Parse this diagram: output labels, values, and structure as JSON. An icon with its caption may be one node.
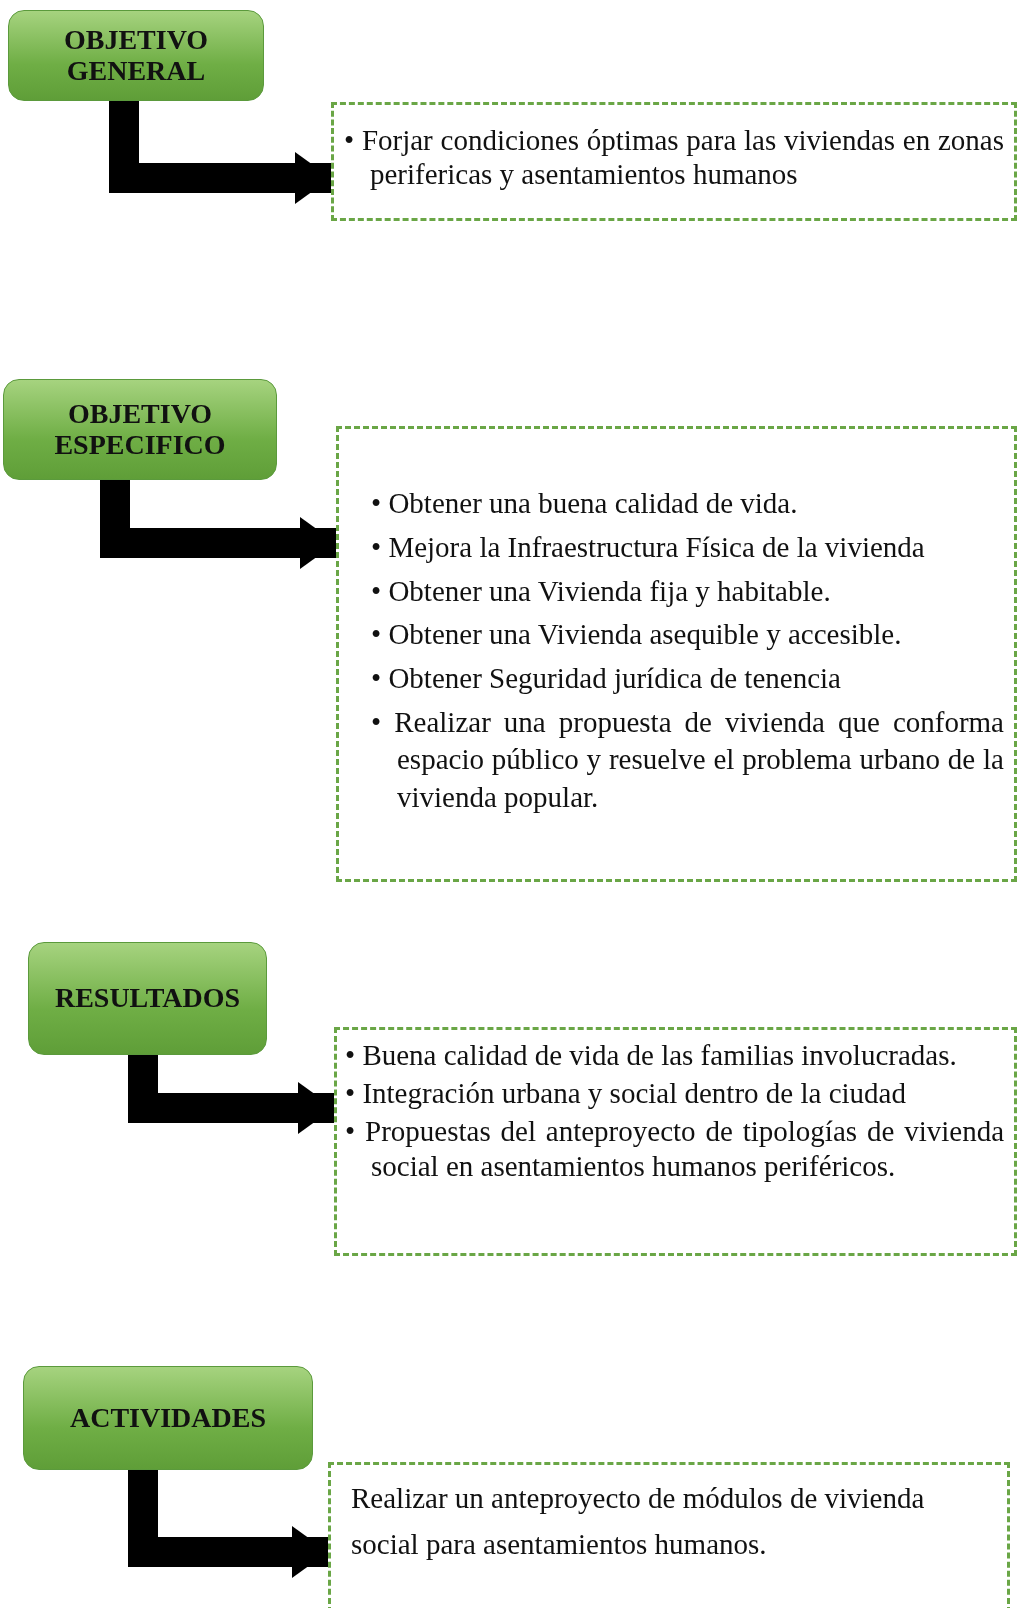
{
  "diagram": {
    "nodes": [
      {
        "text": [
          "OBJETIVO GENERAL"
        ]
      },
      {
        "text": [
          "• Forjar condiciones óptimas para las viviendas en zonas perifericas y asentamientos humanos"
        ]
      },
      {
        "text": [
          "OBJETIVO ESPECIFICO"
        ]
      },
      {
        "text": [
          "• Obtener una buena calidad de vida.",
          "• Mejora la Infraestructura Física de la vivienda",
          "• Obtener una Vivienda fija y habitable.",
          "• Obtener una Vivienda asequible y accesible.",
          "• Obtener Seguridad jurídica de tenencia",
          "• Realizar una propuesta de vivienda que conforma espacio público y resuelve el problema urbano de la vivienda popular."
        ]
      },
      {
        "text": [
          "RESULTADOS"
        ]
      },
      {
        "text": [
          "• Buena calidad de vida de las familias involucradas.",
          "• Integración urbana y social dentro de la ciudad",
          "• Propuestas del anteproyecto de tipologías de vivienda social en asentamientos humanos periféricos."
        ]
      },
      {
        "text": [
          "ACTIVIDADES"
        ]
      },
      {
        "text": [
          "Realizar un anteproyecto de módulos  de vivienda social para asentamientos humanos."
        ]
      }
    ],
    "edges": [
      {
        "from": 0,
        "to": 1,
        "arrow": "to"
      },
      {
        "from": 2,
        "to": 3,
        "arrow": "to"
      },
      {
        "from": 4,
        "to": 5,
        "arrow": "to"
      },
      {
        "from": 6,
        "to": 7,
        "arrow": "to"
      }
    ]
  }
}
